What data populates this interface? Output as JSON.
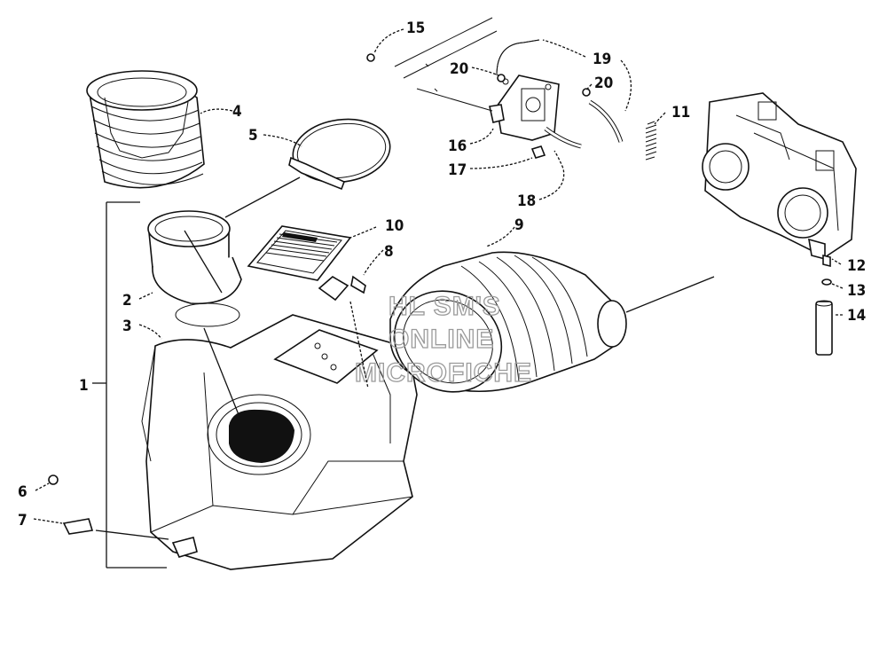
{
  "watermark": {
    "line1": "HL SM'S",
    "line2": "ONLINE",
    "line3": "MICROFICHE"
  },
  "callouts": [
    "1",
    "2",
    "3",
    "4",
    "5",
    "6",
    "7",
    "8",
    "9",
    "10",
    "11",
    "12",
    "13",
    "14",
    "15",
    "16",
    "17",
    "18",
    "19",
    "20",
    "20"
  ]
}
